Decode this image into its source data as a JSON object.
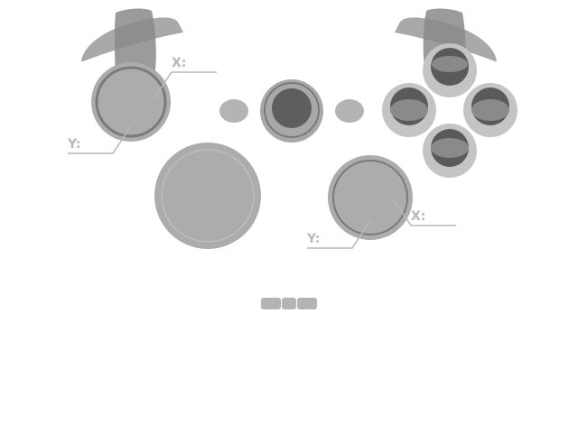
{
  "left_stick": {
    "x_label": "X:",
    "y_label": "Y:",
    "x_value": "",
    "y_value": ""
  },
  "right_stick": {
    "x_label": "X:",
    "y_label": "Y:",
    "x_value": "",
    "y_value": ""
  },
  "colors": {
    "body": "#acacac",
    "dark": "#5a5a5a",
    "mid": "#8a8a8a",
    "ring": "#c4c4c4",
    "leader": "#b8b8b8"
  }
}
